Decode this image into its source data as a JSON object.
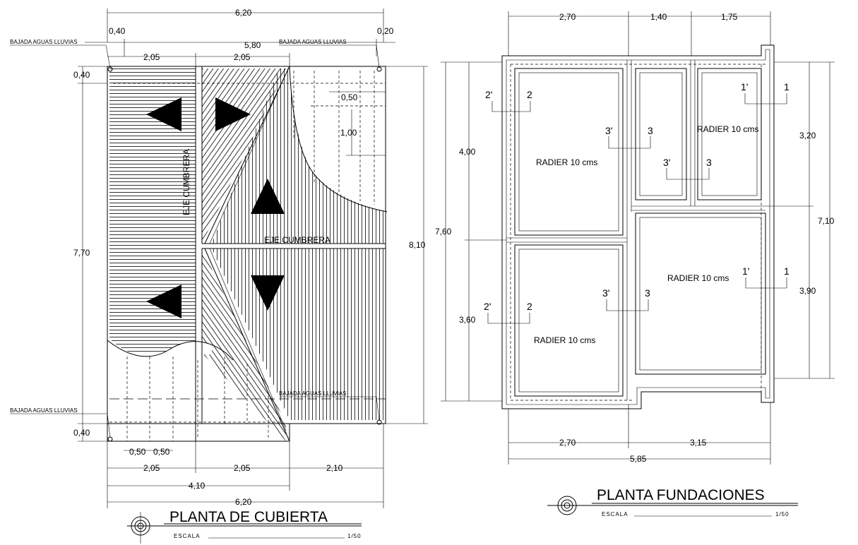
{
  "roof_plan": {
    "title": "PLANTA DE CUBIERTA",
    "scale_label": "ESCALA",
    "scale_value": "1/50",
    "dims": {
      "top_total": "6,20",
      "top_left_offset": "0,40",
      "top_inner": "5,80",
      "top_right_offset": "0,20",
      "top_seg_a": "2,05",
      "top_seg_b": "2,05",
      "left_top": "0,40",
      "left_mid": "7,70",
      "left_bottom": "0,40",
      "right_total": "8,10",
      "inner_a": "0,50",
      "inner_b": "1,00",
      "bottom_seg_a": "0,50",
      "bottom_seg_b": "0,50",
      "bottom_row1_a": "2,05",
      "bottom_row1_b": "2,05",
      "bottom_row1_c": "2,10",
      "bottom_row2": "4,10",
      "bottom_total": "6,20"
    },
    "notes": {
      "downpipe_top_left": "BAJADA AGUAS LLUVIAS",
      "downpipe_top_right": "BAJADA AGUAS LLUVIAS",
      "downpipe_mid_right": "BAJADA AGUAS LLUVIAS",
      "downpipe_bottom_left": "BAJADA AGUAS LLUVIAS"
    },
    "ridge_vertical": "EJE CUMBRERA",
    "ridge_horizontal": "EJE CUMBRERA"
  },
  "foundation_plan": {
    "title": "PLANTA FUNDACIONES",
    "scale_label": "ESCALA",
    "scale_value": "1/50",
    "dims": {
      "top_a": "2,70",
      "top_b": "1,40",
      "top_c": "1,75",
      "left_outer": "7,60",
      "left_upper": "4,00",
      "left_lower": "3,60",
      "right_upper": "3,20",
      "right_lower": "3,90",
      "right_outer": "7,10",
      "bottom_a": "2,70",
      "bottom_b": "3,15",
      "bottom_total": "5,85"
    },
    "slabs": [
      "RADIER 10 cms",
      "RADIER 10 cms",
      "RADIER 10 cms",
      "RADIER 10 cms"
    ],
    "sections": {
      "s2p_a": "2'",
      "s2_a": "2",
      "s1p_a": "1'",
      "s1_a": "1",
      "s3p_a": "3'",
      "s3_a": "3",
      "s3p_b": "3'",
      "s3_b": "3",
      "s1p_b": "1'",
      "s1_b": "1",
      "s3p_c": "3'",
      "s3_c": "3",
      "s2p_b": "2'",
      "s2_b": "2"
    }
  }
}
